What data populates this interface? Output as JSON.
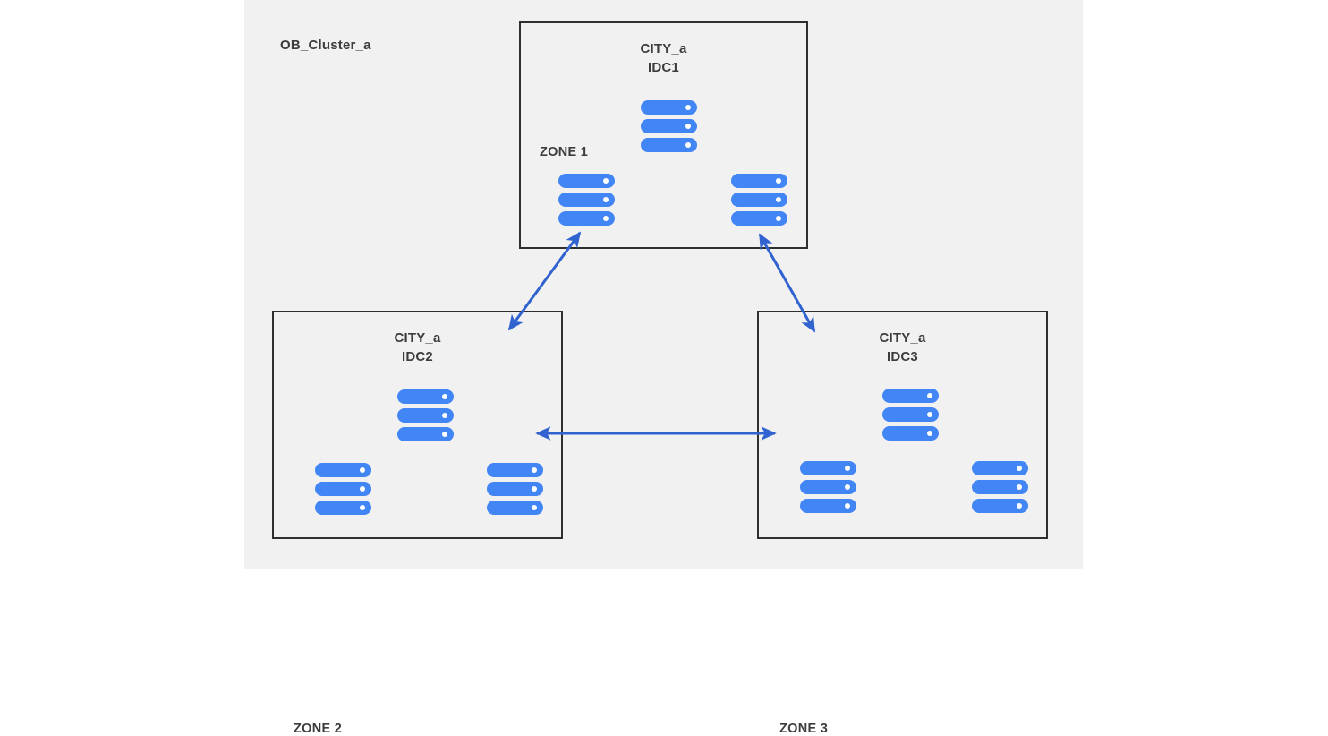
{
  "diagram": {
    "background_color": "#ffffff",
    "panel_color": "#f1f1f1",
    "border_color": "#2f2f2f",
    "server_color": "#4285f4",
    "arrow_color": "#3063d0",
    "text_color": "#3c3c3c",
    "cluster_label": "OB_Cluster_a",
    "idcs": [
      {
        "id": "idc1",
        "city": "CITY_a",
        "name": "IDC1",
        "zone": "ZONE 1",
        "servers": 3
      },
      {
        "id": "idc2",
        "city": "CITY_a",
        "name": "IDC2",
        "zone": "ZONE 2",
        "servers": 3
      },
      {
        "id": "idc3",
        "city": "CITY_a",
        "name": "IDC3",
        "zone": "ZONE 3",
        "servers": 3
      }
    ],
    "connections": [
      {
        "from": "idc1",
        "to": "idc2",
        "style": "double-arrow"
      },
      {
        "from": "idc1",
        "to": "idc3",
        "style": "double-arrow"
      },
      {
        "from": "idc2",
        "to": "idc3",
        "style": "double-arrow"
      }
    ]
  }
}
